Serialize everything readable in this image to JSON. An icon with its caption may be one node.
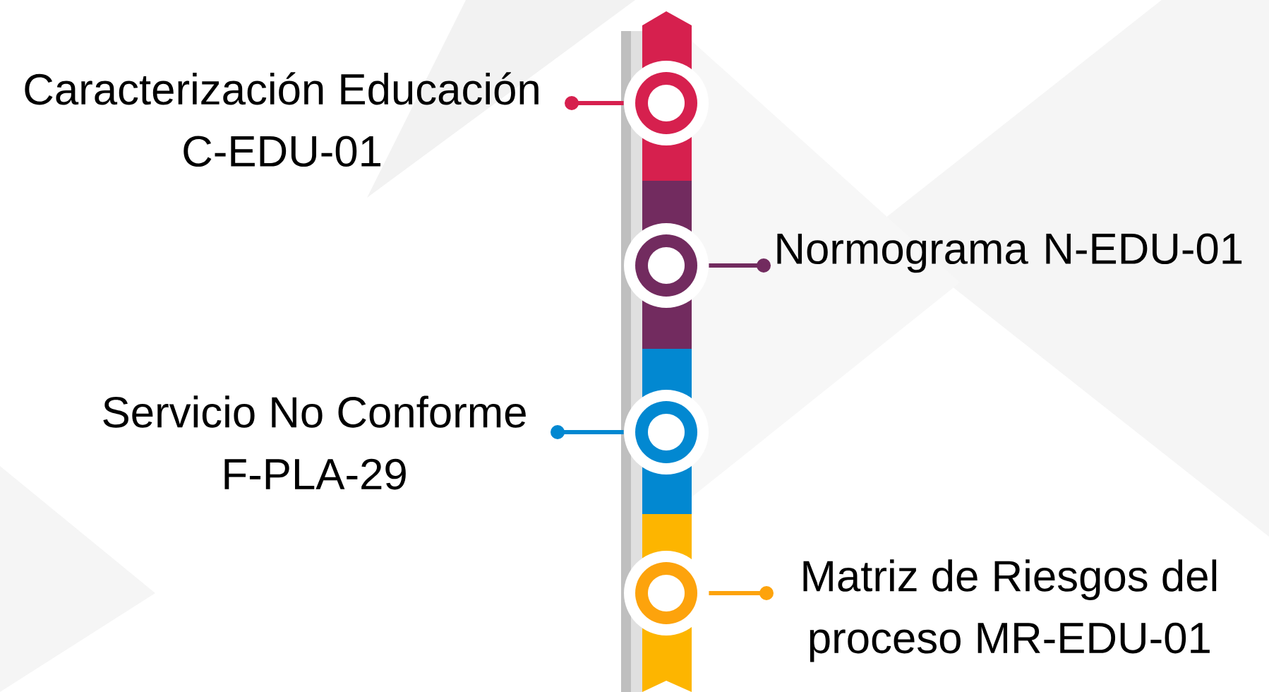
{
  "diagram": {
    "nodes": [
      {
        "text": [
          "Caracterización Educación C-EDU-01"
        ]
      },
      {
        "text": [],
        "shape": "circle"
      },
      {
        "text": [],
        "shape": "circle"
      },
      {
        "text": [
          "Normograma N-EDU-01"
        ]
      },
      {
        "text": [
          "Servicio No Conforme F-PLA-29"
        ]
      },
      {
        "text": [],
        "shape": "circle"
      },
      {
        "text": [],
        "shape": "circle"
      },
      {
        "text": [
          "Matriz de Riesgos del proceso MR-EDU-01"
        ]
      }
    ],
    "edges": [
      {
        "from": 0,
        "to": 1,
        "arrow": "other",
        "color": "#d6204e"
      },
      {
        "from": 3,
        "to": 2,
        "arrow": "other",
        "color": "#722b5f"
      },
      {
        "from": 4,
        "to": 5,
        "arrow": "other",
        "color": "#0288d1"
      },
      {
        "from": 7,
        "to": 6,
        "arrow": "other",
        "color": "#fda30c"
      }
    ]
  }
}
